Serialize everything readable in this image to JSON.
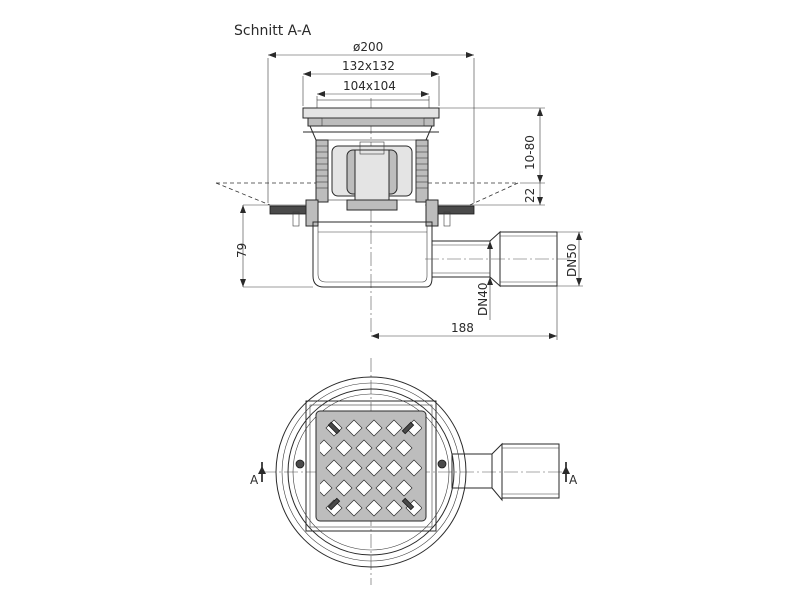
{
  "section_title": "Schnitt A-A",
  "dimensions": {
    "flange_diameter": "ø200",
    "frame_outer": "132x132",
    "grate": "104x104",
    "height_adjust": "10-80",
    "flange_height": "22",
    "body_height": "79",
    "outlet_length": "188",
    "outlet_dn_small": "DN40",
    "outlet_dn_large": "DN50"
  },
  "section_markers": {
    "left": "A",
    "right": "A"
  }
}
